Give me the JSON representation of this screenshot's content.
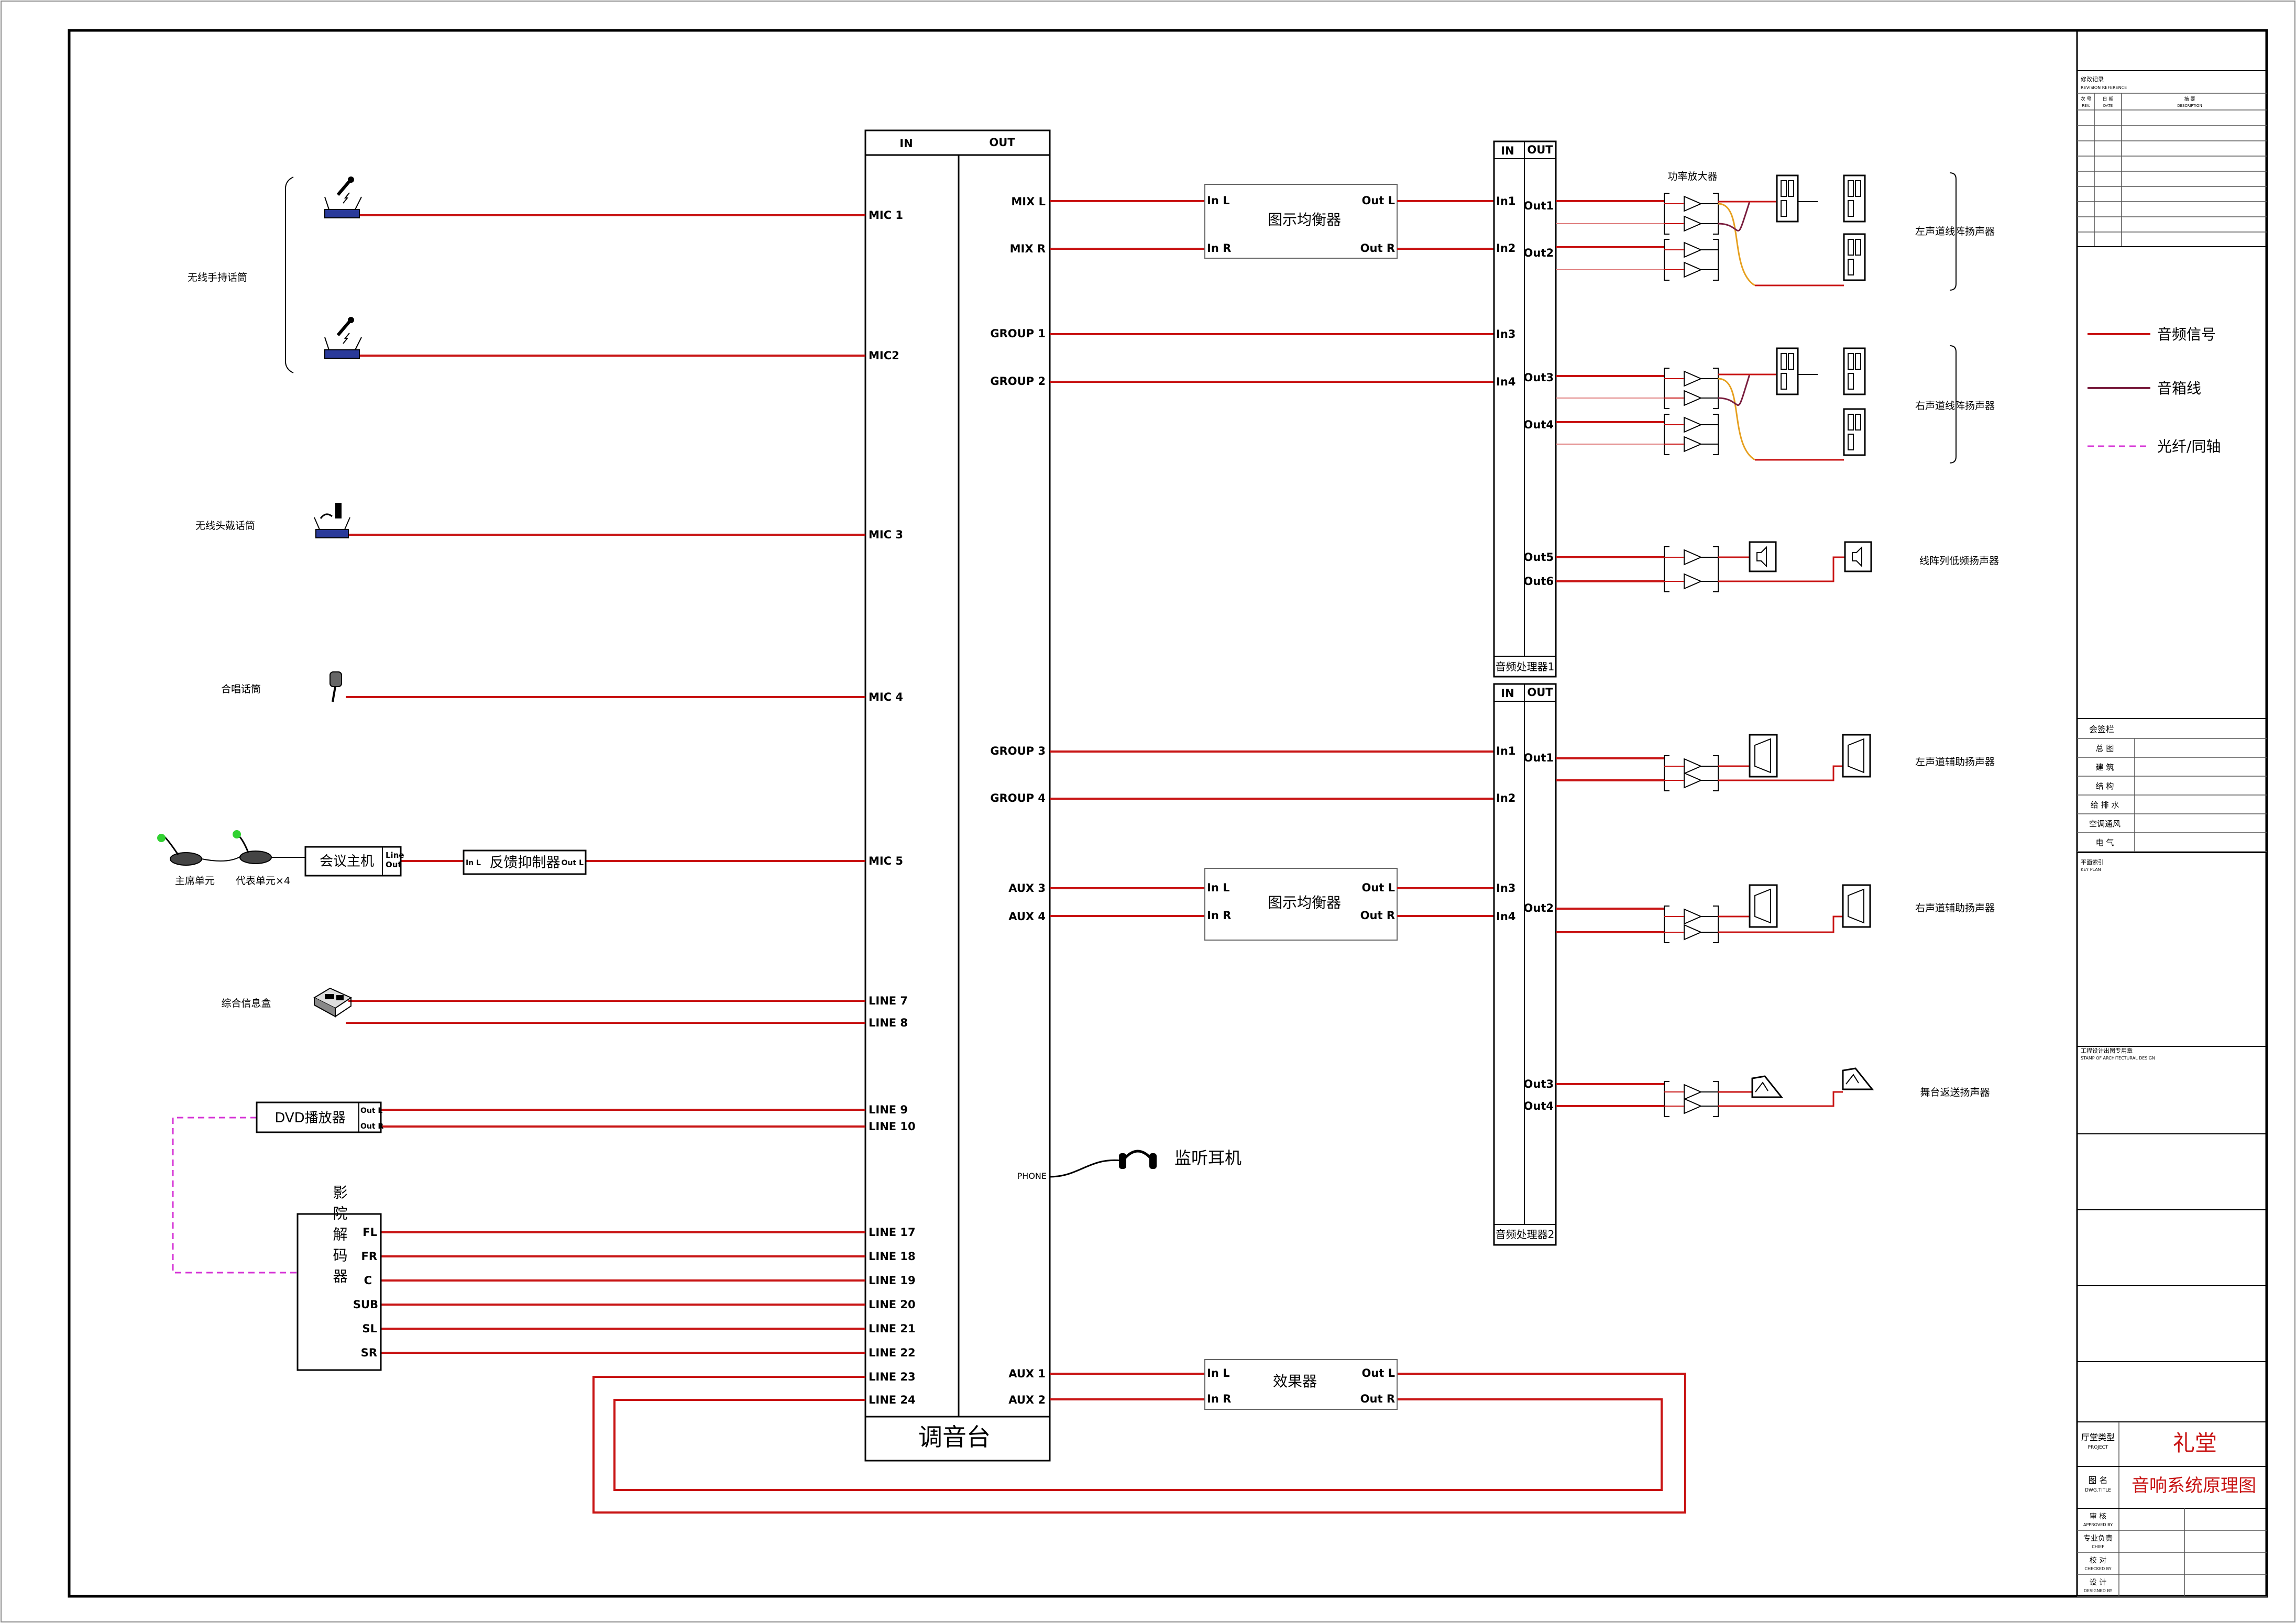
{
  "mixer": {
    "in_header": "IN",
    "out_header": "OUT",
    "title": "调音台",
    "inputs": [
      "MIC 1",
      "MIC2",
      "MIC 3",
      "MIC 4",
      "MIC 5",
      "LINE 7",
      "LINE 8",
      "LINE 9",
      "LINE 10",
      "LINE 17",
      "LINE 18",
      "LINE 19",
      "LINE 20",
      "LINE 21",
      "LINE 22",
      "LINE 23",
      "LINE 24"
    ],
    "outputs": [
      "MIX L",
      "MIX R",
      "GROUP 1",
      "GROUP 2",
      "GROUP 3",
      "GROUP 4",
      "AUX 3",
      "AUX 4",
      "PHONE",
      "AUX 1",
      "AUX 2"
    ]
  },
  "sources": {
    "wireless_handheld": "无线手持话筒",
    "wireless_headset": "无线头戴话筒",
    "choir_mic": "合唱话筒",
    "chairman_unit": "主席单元",
    "delegate_unit": "代表单元×4",
    "conference_host": "会议主机",
    "conf_line": "Line",
    "conf_out": "Out",
    "feedback_suppressor": "反馈抑制器",
    "fs_in": "In L",
    "fs_out": "Out L",
    "info_box": "综合信息盒",
    "dvd": "DVD播放器",
    "dvd_out_l": "Out L",
    "dvd_out_r": "Out R",
    "decoder": "影院解码器",
    "decoder_channels": [
      "FL",
      "FR",
      "C",
      "SUB",
      "SL",
      "SR"
    ]
  },
  "processing": {
    "eq_title": "图示均衡器",
    "eq_in_l": "In L",
    "eq_in_r": "In R",
    "eq_out_l": "Out L",
    "eq_out_r": "Out R",
    "fx_title": "效果器",
    "headphone": "监听耳机",
    "phone_label": "PHONE"
  },
  "processor1": {
    "in_header": "IN",
    "out_header": "OUT",
    "name": "音频处理器1",
    "ins": [
      "In1",
      "In2",
      "In3",
      "In4"
    ],
    "outs": [
      "Out1",
      "Out2",
      "Out3",
      "Out4",
      "Out5",
      "Out6"
    ]
  },
  "processor2": {
    "in_header": "IN",
    "out_header": "OUT",
    "name": "音频处理器2",
    "ins": [
      "In1",
      "In2",
      "In3",
      "In4"
    ],
    "outs": [
      "Out1",
      "Out2",
      "Out3",
      "Out4"
    ]
  },
  "outputs": {
    "amp_label": "功率放大器",
    "left_array": "左声道线阵扬声器",
    "right_array": "右声道线阵扬声器",
    "sub": "线阵列低频扬声器",
    "left_aux": "左声道辅助扬声器",
    "right_aux": "右声道辅助扬声器",
    "monitor": "舞台返送扬声器"
  },
  "legend": {
    "audio": "音频信号",
    "speaker": "音箱线",
    "fiber": "光纤/同轴"
  },
  "title_block": {
    "revision": "修改记录",
    "revision_en": "REVISION REFERENCE",
    "rev_col1": "次 号",
    "rev_col2": "日 期",
    "rev_col3": "摘   要",
    "rev_col1_en": "REV.",
    "rev_col2_en": "DATE",
    "rev_col3_en": "DESCRIPTION",
    "sign_title": "会签栏",
    "sign_rows": [
      "总  图",
      "建  筑",
      "结  构",
      "给 排 水",
      "空调通风",
      "电  气"
    ],
    "key_plan": "平面索引",
    "key_plan_en": "KEY PLAN",
    "stamp": "工程设计出图专用章",
    "stamp_en": "STAMP OF ARCHITECTURAL DESIGN",
    "project_label": "厅堂类型",
    "project_en": "PROJECT",
    "project": "礼堂",
    "drawing_label": "图  名",
    "drawing_en": "DWG.TITLE",
    "drawing": "音响系统原理图",
    "approvals": [
      "审  核",
      "专业负责",
      "校  对",
      "设  计"
    ],
    "approvals_en": [
      "APPROVED BY",
      "CHIEF",
      "CHECKED BY",
      "DESIGNED BY"
    ]
  },
  "colors": {
    "audio_line": "#c81414",
    "speaker_line": "#7a1f3f",
    "fiber_line": "#d633d6"
  }
}
